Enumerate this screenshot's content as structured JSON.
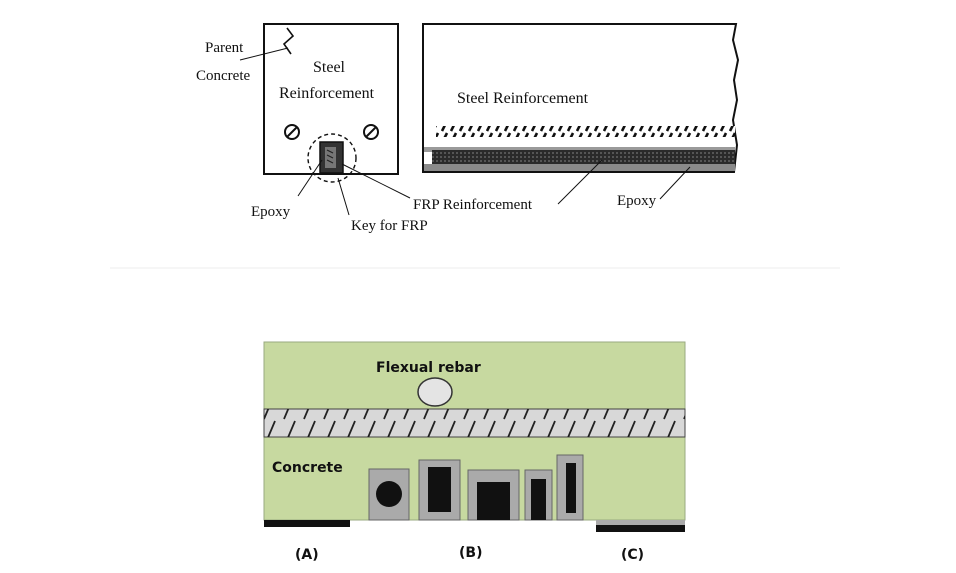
{
  "top": {
    "section_labels": {
      "parent_concrete_line1": "Parent",
      "parent_concrete_line2": "Concrete",
      "steel_line1": "Steel",
      "steel_line2": "Reinforcement",
      "epoxy_left": "Epoxy",
      "key_for_frp": "Key for FRP",
      "frp_reinforcement": "FRP Reinforcement"
    },
    "elevation_labels": {
      "steel_reinforcement": "Steel Reinforcement",
      "epoxy_right": "Epoxy"
    }
  },
  "bottom": {
    "flexual_rebar": "Flexual rebar",
    "concrete": "Concrete",
    "label_a": "(A)",
    "label_b": "(B)",
    "label_c": "(C)",
    "colors": {
      "concrete_fill": "#c7d9a0",
      "rebar_fill": "#d8d8d8",
      "groove_fill": "#aaaaaa",
      "frp_fill": "#111111"
    }
  }
}
